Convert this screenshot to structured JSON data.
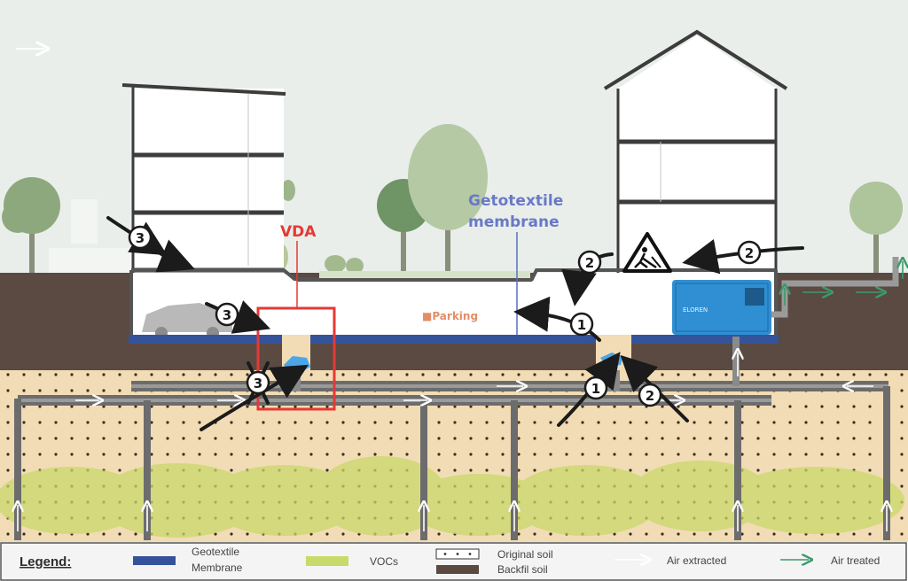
{
  "labels": {
    "vda": "VDA",
    "geotextile_line1": "Getotextile",
    "geotextile_line2": "membrane",
    "parking": "■Parking",
    "unit_brand": "ELOREN"
  },
  "markers": {
    "one": "1",
    "two": "2",
    "three": "3"
  },
  "legend": {
    "title": "Legend:",
    "membrane_line1": "Geotextile",
    "membrane_line2": "Membrane",
    "vocs": "VOCs",
    "original_soil": "Original soil",
    "backfill_soil": "Backfil soil",
    "air_extracted": "Air extracted",
    "air_treated": "Air treated"
  },
  "colors": {
    "sky": "#e9eeeb",
    "backfill": "#5a4a42",
    "original_soil": "#f2dcb5",
    "membrane": "#34539a",
    "vocs": "#c9d96a",
    "vda_box": "#e53935",
    "air_extracted": "#ffffff",
    "air_treated": "#3d9a6a",
    "treatment_unit": "#2f8fd2"
  },
  "icons": [
    "construction-warning-icon",
    "treatment-unit-icon",
    "car-icon"
  ]
}
